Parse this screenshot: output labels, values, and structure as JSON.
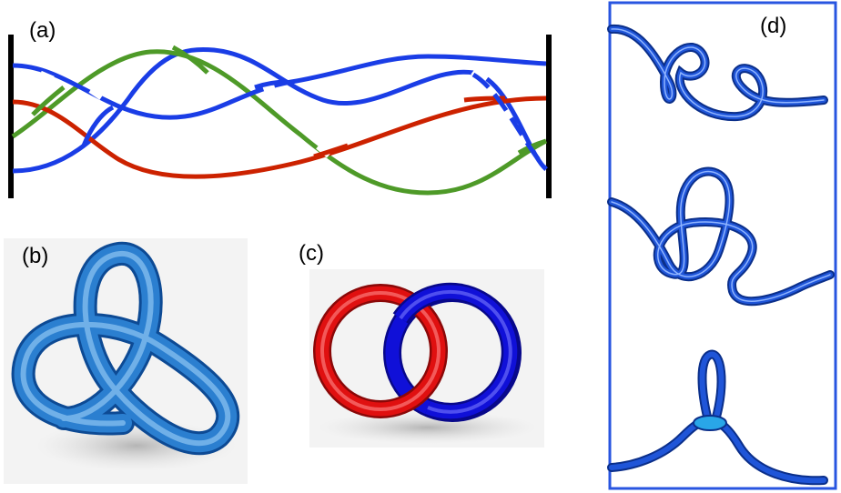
{
  "panels": {
    "a": {
      "label": "(a)"
    },
    "b": {
      "label": "(b)"
    },
    "c": {
      "label": "(c)"
    },
    "d": {
      "label": "(d)"
    }
  },
  "colors": {
    "strand_blue": "#1a3de6",
    "strand_green": "#4e9a28",
    "strand_red": "#cc2200",
    "knot_blue": "#2b7fd0",
    "ring_red": "#e01010",
    "ring_blue": "#1010d8",
    "frame_blue": "#2855e0",
    "rope_blue": "#1f55d8"
  },
  "icons": {
    "b": "trefoil-knot",
    "c": "hopf-link",
    "d": "rope-tying-knot-sequence"
  }
}
